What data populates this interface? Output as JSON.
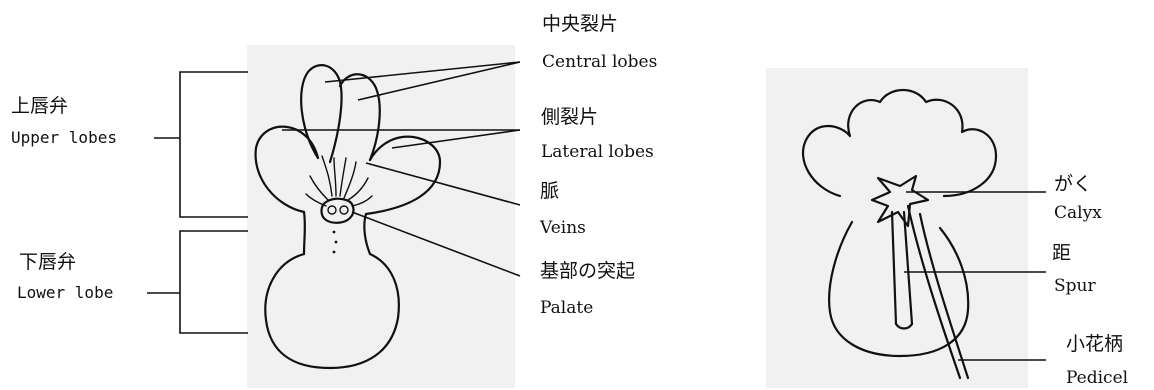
{
  "front_view": {
    "upper_lobes": {
      "jp": "上唇弁",
      "en": "Upper lobes"
    },
    "lower_lobe": {
      "jp": "下唇弁",
      "en": "Lower lobe"
    },
    "central_lobes": {
      "jp": "中央裂片",
      "en": "Central lobes"
    },
    "lateral_lobes": {
      "jp": "側裂片",
      "en": "Lateral lobes"
    },
    "veins": {
      "jp": "脈",
      "en": "Veins"
    },
    "palate": {
      "jp": "基部の突起",
      "en": "Palate"
    }
  },
  "side_view": {
    "calyx": {
      "jp": "がく",
      "en": "Calyx"
    },
    "spur": {
      "jp": "距",
      "en": "Spur"
    },
    "pedicel": {
      "jp": "小花柄",
      "en": "Pedicel"
    }
  }
}
